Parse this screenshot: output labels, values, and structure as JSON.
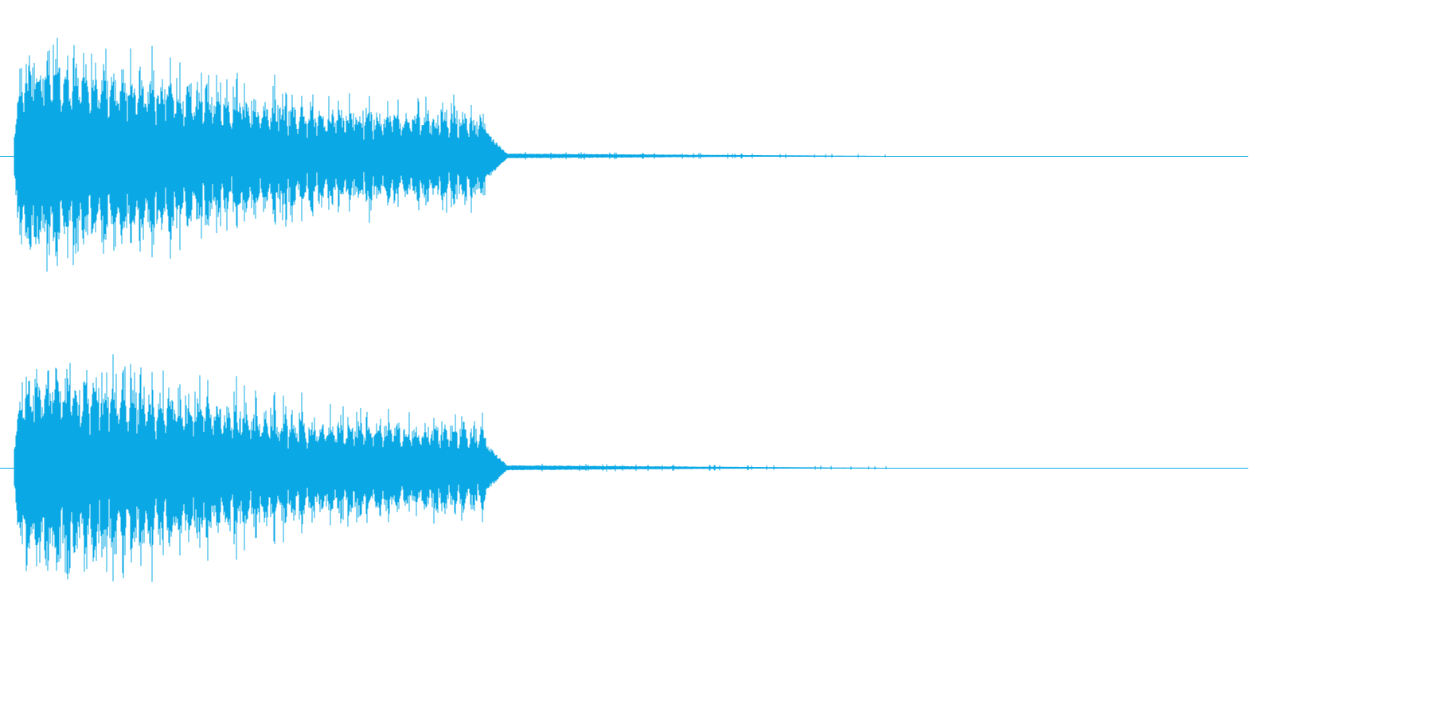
{
  "waveform": {
    "color": "#0aa9e6",
    "background": "#ffffff",
    "channel_count": 2,
    "channels": [
      {
        "name": "left",
        "sustain_end_fraction": 0.39,
        "tail_end_fraction": 0.71,
        "peak_amplitude": 0.66,
        "sustain_amplitude": 0.37,
        "pulse_count": 50
      },
      {
        "name": "right",
        "sustain_end_fraction": 0.39,
        "tail_end_fraction": 0.71,
        "peak_amplitude": 0.64,
        "sustain_amplitude": 0.37,
        "pulse_count": 50
      }
    ]
  }
}
